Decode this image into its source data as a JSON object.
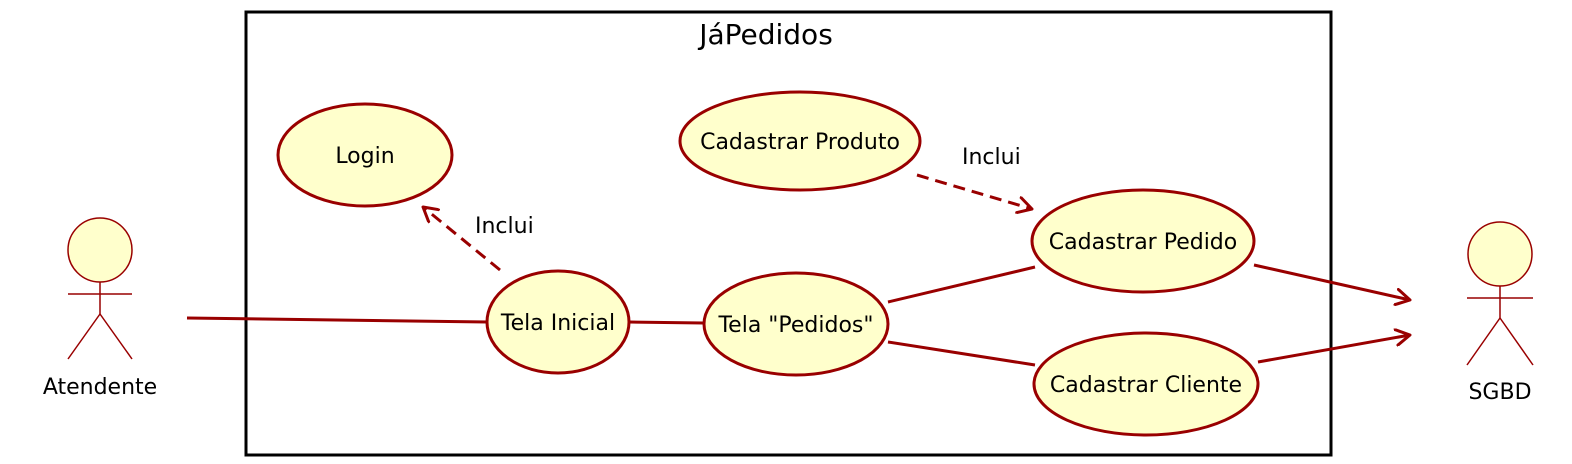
{
  "system": {
    "title": "JáPedidos"
  },
  "actors": {
    "atendente": "Atendente",
    "sgbd": "SGBD"
  },
  "use_cases": {
    "login": "Login",
    "tela_inicial": "Tela Inicial",
    "tela_pedidos": "Tela \"Pedidos\"",
    "cadastrar_produto": "Cadastrar Produto",
    "cadastrar_pedido": "Cadastrar Pedido",
    "cadastrar_cliente": "Cadastrar Cliente"
  },
  "relations": {
    "include_login": "Inclui",
    "include_pedido": "Inclui"
  },
  "colors": {
    "stroke": "#990000",
    "fill": "#ffffcc",
    "boundary": "#000000"
  }
}
